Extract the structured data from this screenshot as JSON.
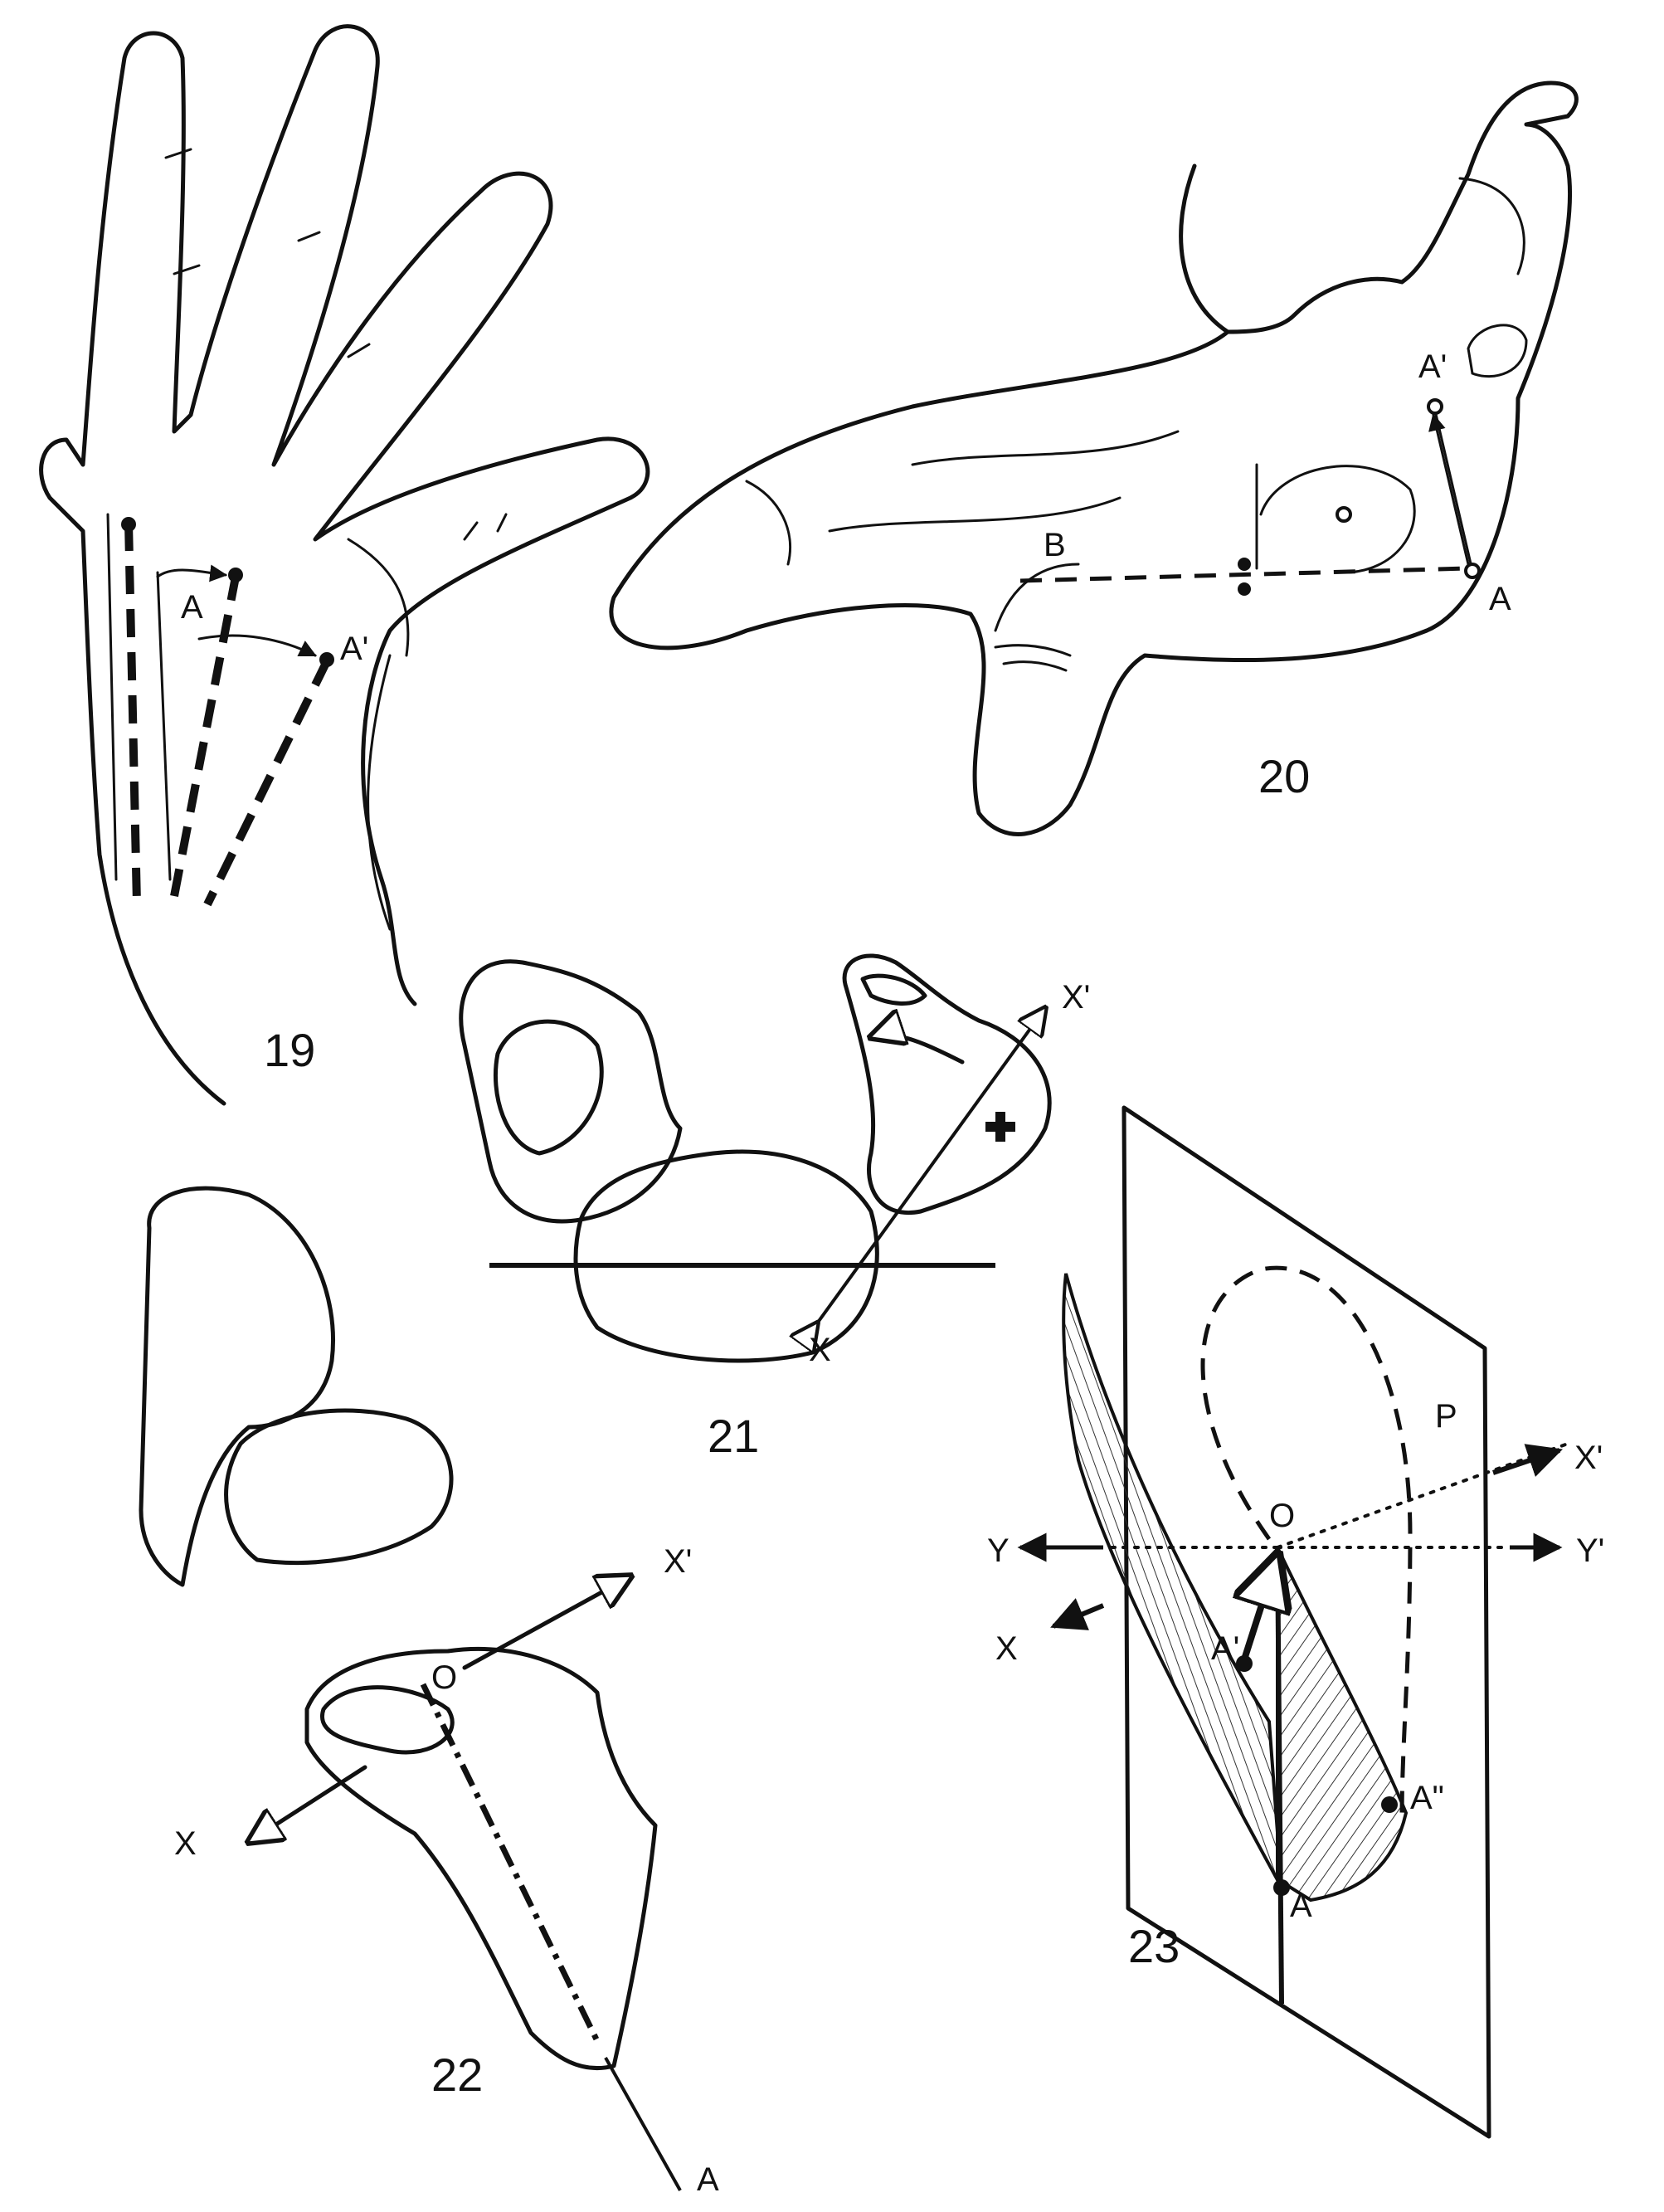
{
  "figures": {
    "fig19": {
      "number": "19",
      "labels": [
        "A",
        "A'"
      ]
    },
    "fig20": {
      "number": "20",
      "labels": [
        "B",
        "A'",
        "A"
      ]
    },
    "fig21": {
      "number": "21",
      "labels": [
        "X'",
        "X"
      ]
    },
    "fig22": {
      "number": "22",
      "labels": [
        "X'",
        "O",
        "X",
        "A"
      ]
    },
    "fig23": {
      "number": "23",
      "labels": [
        "P",
        "X'",
        "O",
        "Y",
        "Y'",
        "X",
        "A'",
        "A\"",
        "A"
      ]
    }
  },
  "colors": {
    "ink": "#111111",
    "paper": "#ffffff"
  }
}
